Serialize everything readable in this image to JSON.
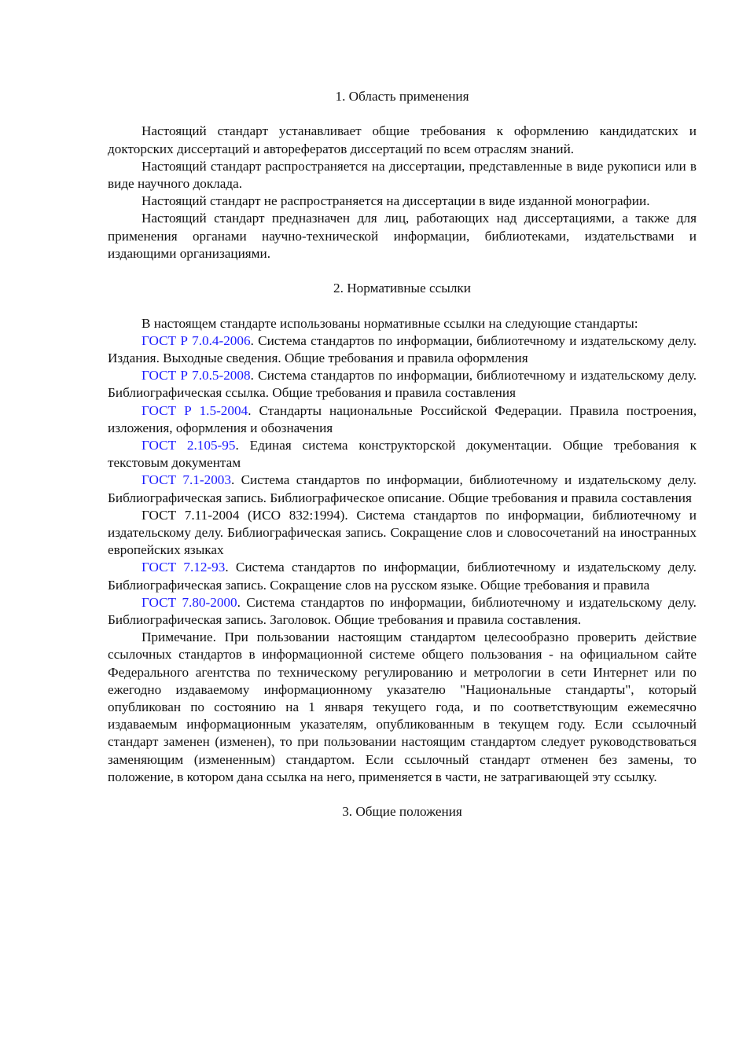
{
  "colors": {
    "text": "#111111",
    "link": "#1c1cff",
    "background": "#ffffff"
  },
  "section1": {
    "heading": "1. Область применения",
    "paragraphs": [
      "Настоящий стандарт устанавливает общие требования к оформлению кандидатских и докторских диссертаций и авторефератов диссертаций по всем отраслям знаний.",
      "Настоящий стандарт распространяется на диссертации, представленные в виде рукописи или в виде научного доклада.",
      "Настоящий стандарт не распространяется на диссертации в виде изданной монографии.",
      "Настоящий стандарт предназначен для лиц, работающих над диссертациями, а также для применения органами научно-технической информации, библиотеками, издательствами и издающими организациями."
    ]
  },
  "section2": {
    "heading": "2. Нормативные ссылки",
    "intro": "В настоящем стандарте использованы нормативные ссылки на следующие стандарты:",
    "refs": [
      {
        "code": "ГОСТ Р 7.0.4-2006",
        "text": ". Система стандартов по информации, библиотечному и издательскому делу. Издания. Выходные сведения. Общие требования и правила оформления"
      },
      {
        "code": "ГОСТ Р 7.0.5-2008",
        "text": ". Система стандартов по информации, библиотечному и издательскому делу. Библиографическая ссылка. Общие требования и правила составления"
      },
      {
        "code": "ГОСТ Р 1.5-2004",
        "text": ". Стандарты национальные Российской Федерации. Правила построения, изложения, оформления и обозначения"
      },
      {
        "code": "ГОСТ 2.105-95",
        "text": ". Единая система конструкторской документации. Общие требования к текстовым документам"
      },
      {
        "code": "ГОСТ 7.1-2003",
        "text": ". Система стандартов по информации, библиотечному и издательскому делу. Библиографическая запись. Библиографическое описание. Общие требования и правила составления"
      },
      {
        "code": "ГОСТ 7.11-2004",
        "text": " (ИСО 832:1994). Система стандартов по информации, библиотечному и издательскому делу. Библиографическая запись. Сокращение слов и словосочетаний на иностранных европейских языках"
      },
      {
        "code": "ГОСТ 7.12-93",
        "text": ". Система стандартов по информации, библиотечному и издательскому делу. Библиографическая запись. Сокращение слов на русском языке. Общие требования и правила"
      },
      {
        "code": "ГОСТ 7.80-2000",
        "text": ". Система стандартов по информации, библиотечному и издательскому делу. Библиографическая запись. Заголовок. Общие требования и правила составления."
      }
    ],
    "note": "Примечание. При пользовании настоящим стандартом целесообразно проверить действие ссылочных стандартов в информационной системе общего пользования - на официальном сайте Федерального агентства по техническому регулированию и метрологии в сети Интернет или по ежегодно издаваемому информационному указателю \"Национальные стандарты\", который опубликован по состоянию на 1 января текущего года, и по соответствующим ежемесячно издаваемым информационным указателям, опубликованным в текущем году. Если ссылочный стандарт заменен (изменен), то при пользовании настоящим стандартом следует руководствоваться заменяющим (измененным) стандартом. Если ссылочный стандарт отменен без замены, то положение, в котором дана ссылка на него, применяется в части, не затрагивающей эту ссылку."
  },
  "section3": {
    "heading": "3. Общие положения"
  }
}
